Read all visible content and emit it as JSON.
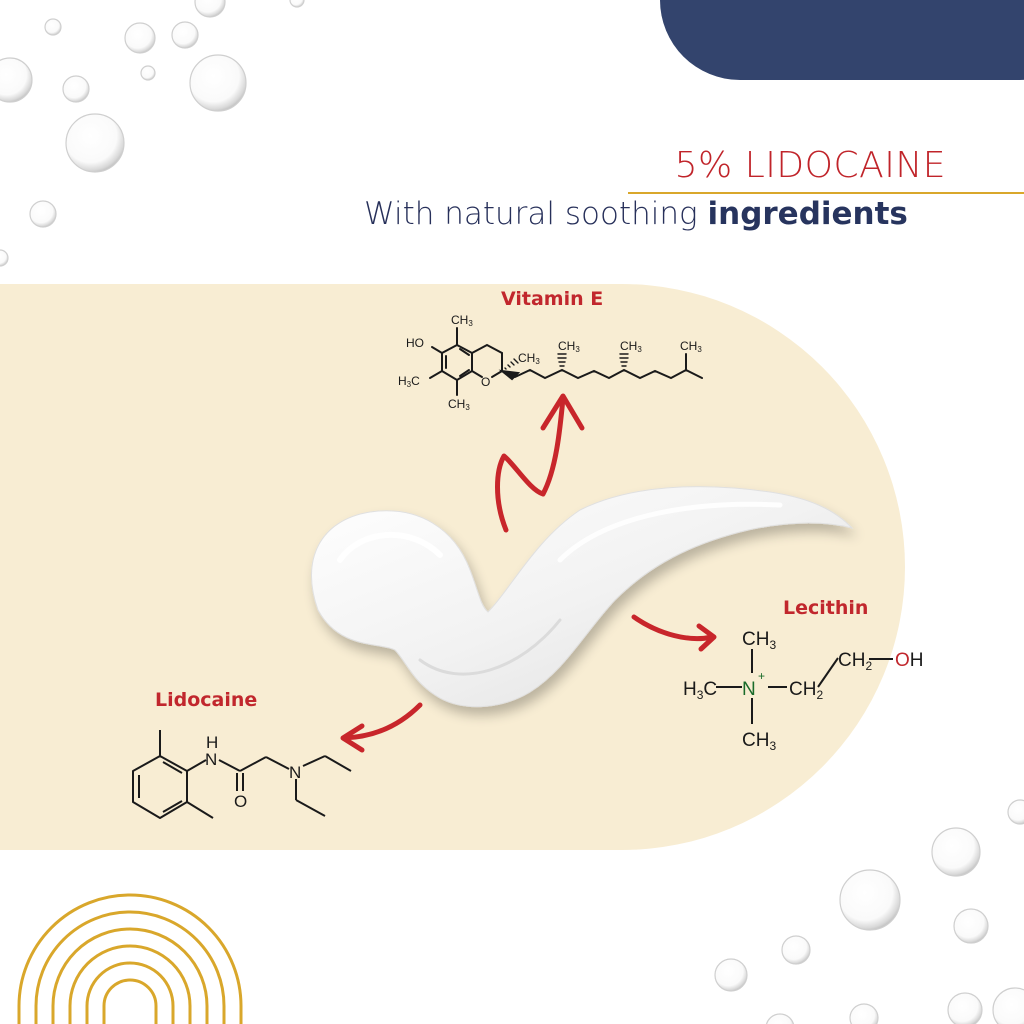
{
  "header": {
    "headline": "5% LIDOCAINE",
    "subline_prefix": "With natural soothing ",
    "subline_emphasis": "ingredients"
  },
  "ingredients": [
    {
      "name": "Vitamin E",
      "formula_labels": [
        "HO",
        "CH3",
        "H3C",
        "CH3",
        "O",
        "CH3",
        "CH3",
        "CH3",
        "CH3"
      ]
    },
    {
      "name": "Lecithin",
      "formula_labels": [
        "CH3",
        "H3C",
        "N+",
        "CH2",
        "CH2",
        "OH",
        "CH3"
      ]
    },
    {
      "name": "Lidocaine",
      "formula_labels": [
        "H",
        "N",
        "O",
        "N"
      ]
    }
  ],
  "colors": {
    "navy": "#33446d",
    "accent_red": "#c1272d",
    "gold": "#d9a72b",
    "cream_panel": "#f8edd3",
    "text_dark": "#27305a",
    "nitrogen_green": "#1a6b2a"
  },
  "chem": {
    "vitE": {
      "ho": "HO",
      "ch3": "CH",
      "sub3": "3",
      "h3c_h": "H",
      "h3c_c": "C",
      "o": "O"
    },
    "lec": {
      "ch": "CH",
      "sub3": "3",
      "sub2": "2",
      "h3c_h": "H",
      "h3c_c": "C",
      "n": "N",
      "plus": "+",
      "o": "O",
      "h": "H"
    },
    "lido": {
      "h": "H",
      "n": "N",
      "o": "O"
    }
  }
}
